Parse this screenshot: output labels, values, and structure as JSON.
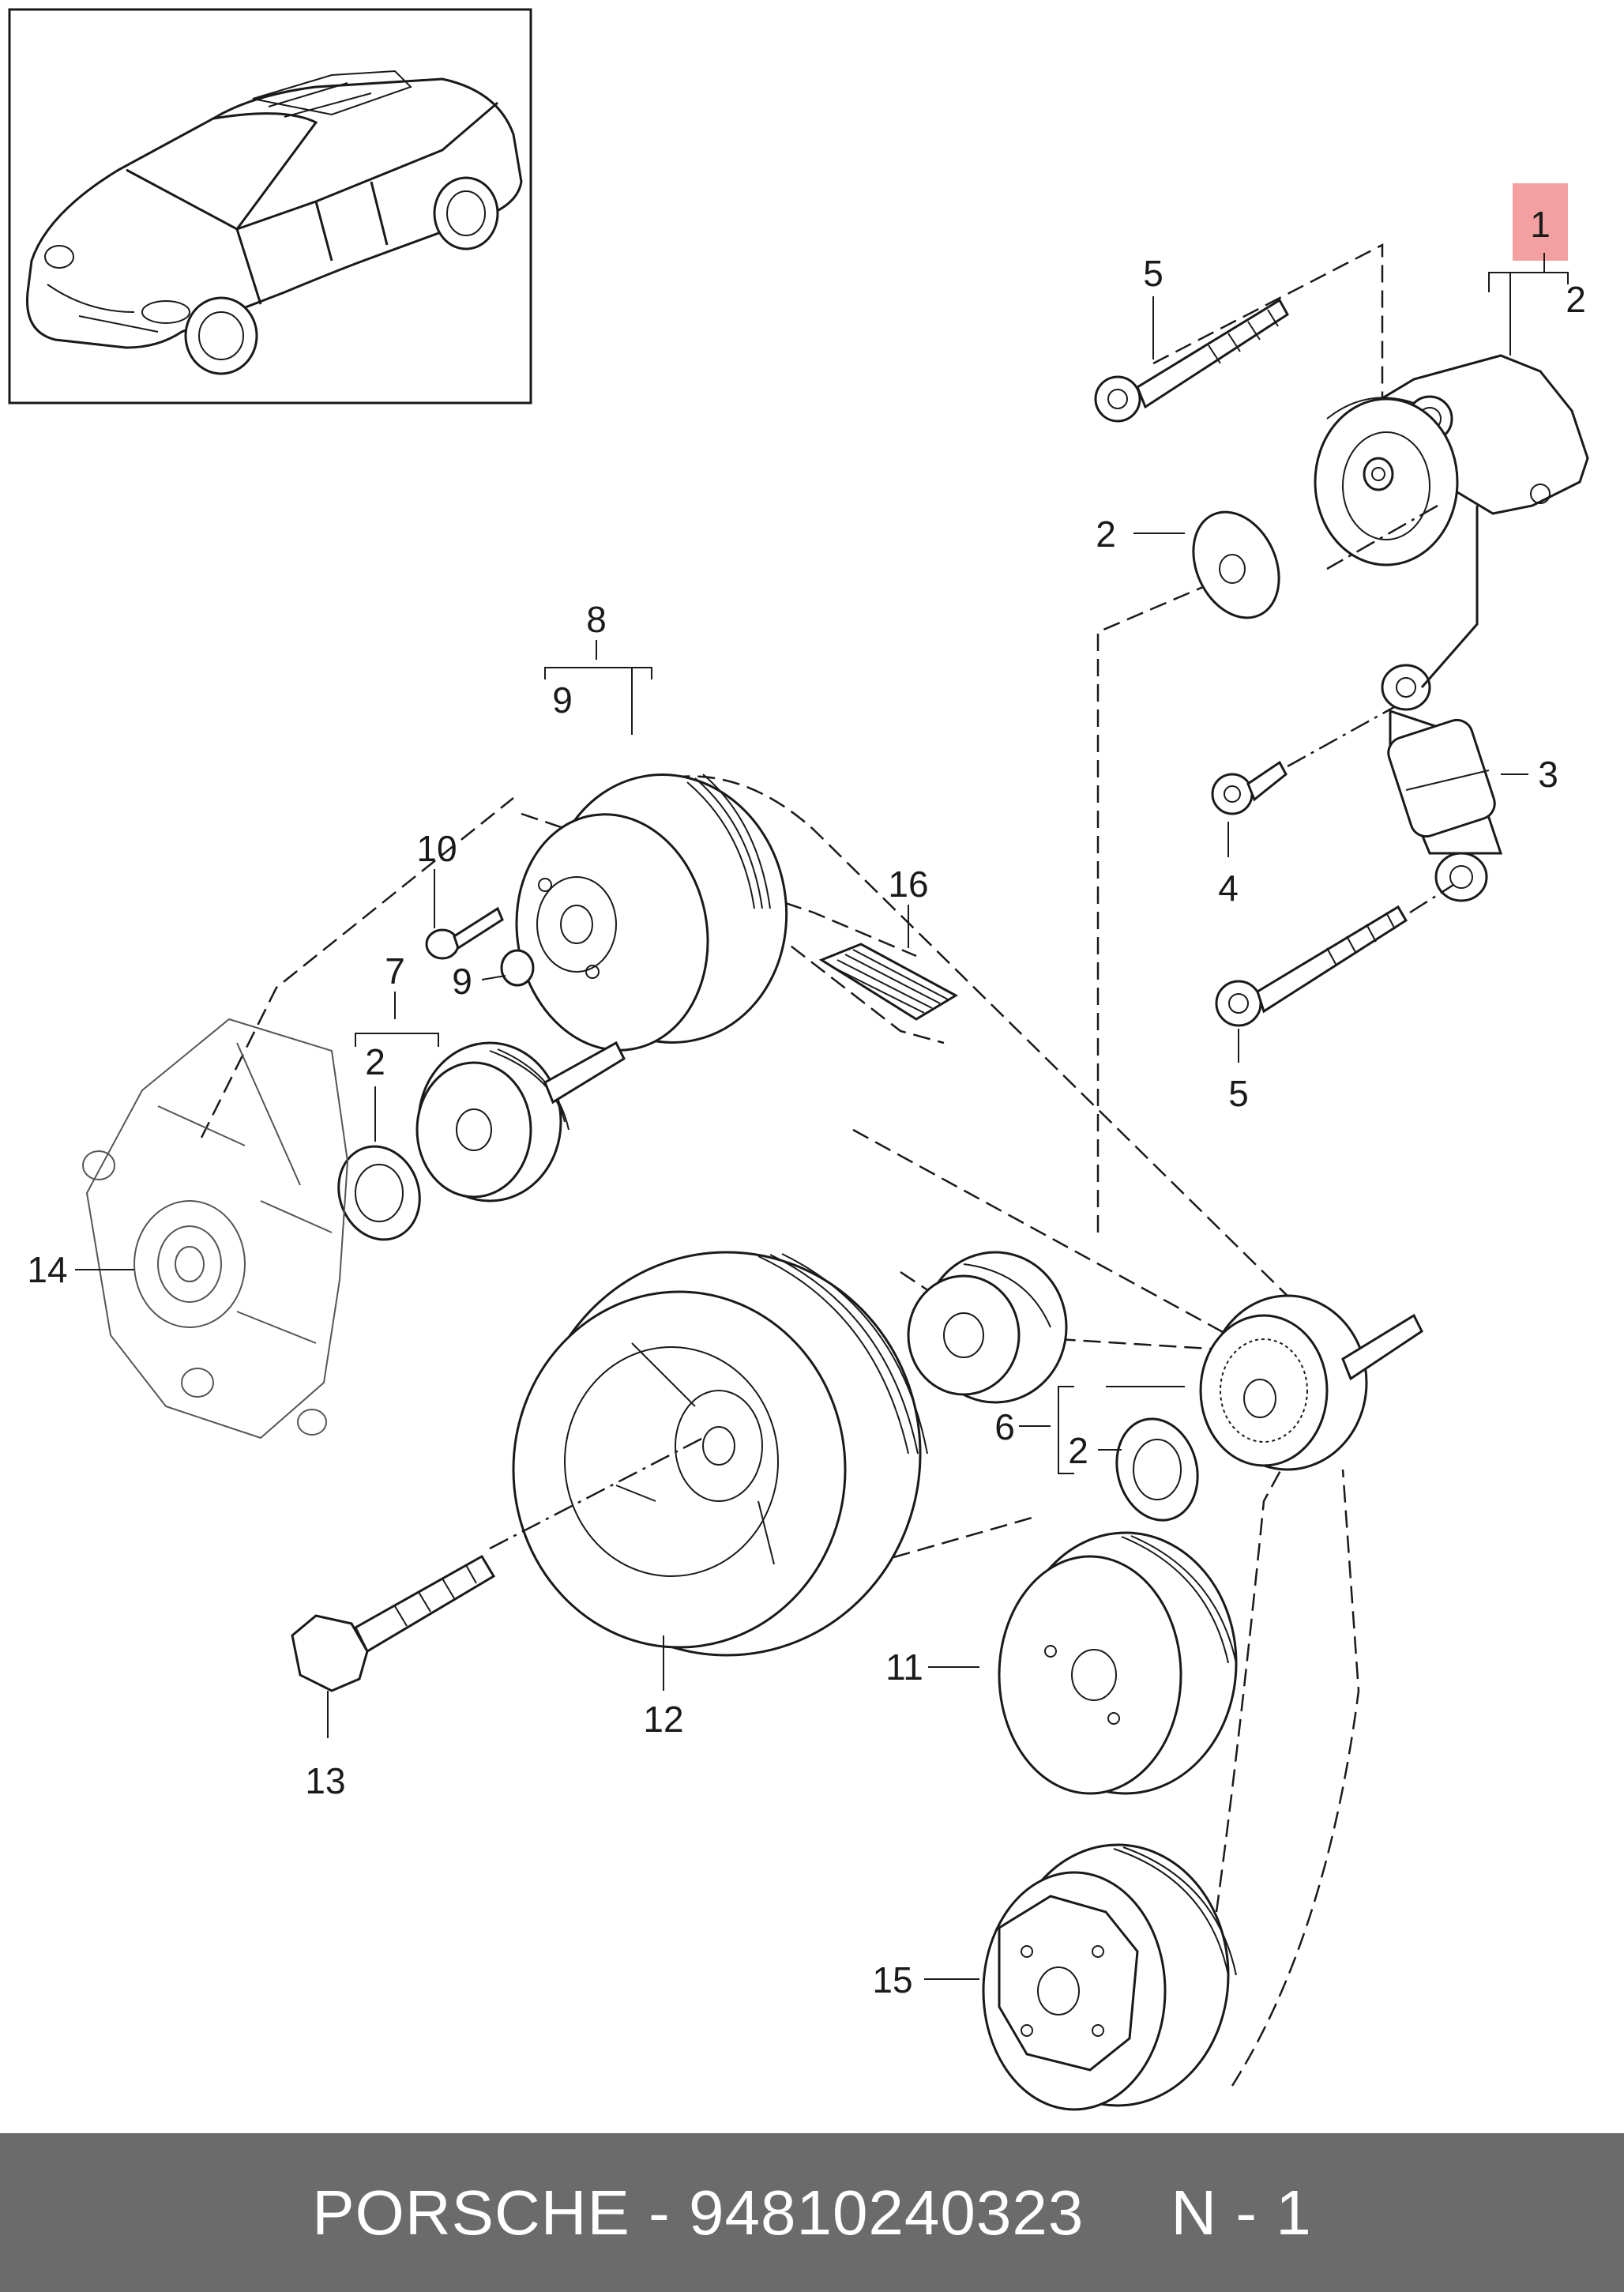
{
  "callouts": {
    "c1": "1",
    "c2_top": "2",
    "c5_top": "5",
    "c2_pad": "2",
    "c3": "3",
    "c4": "4",
    "c5_bot": "5",
    "c8": "8",
    "c9_bracket": "9",
    "c16": "16",
    "c10": "10",
    "c9_cap": "9",
    "c7": "7",
    "c2_idler": "2",
    "c14": "14",
    "c6": "6",
    "c2_low": "2",
    "c11": "11",
    "c12": "12",
    "c13": "13",
    "c15": "15"
  },
  "footer": {
    "brand": "PORSCHE",
    "separator": "-",
    "part_number": "94810240323",
    "position": "N - 1"
  },
  "colors": {
    "footer_bg": "#6b6b6b",
    "highlight": "#f4a0a0",
    "line": "#1a1a1a"
  }
}
